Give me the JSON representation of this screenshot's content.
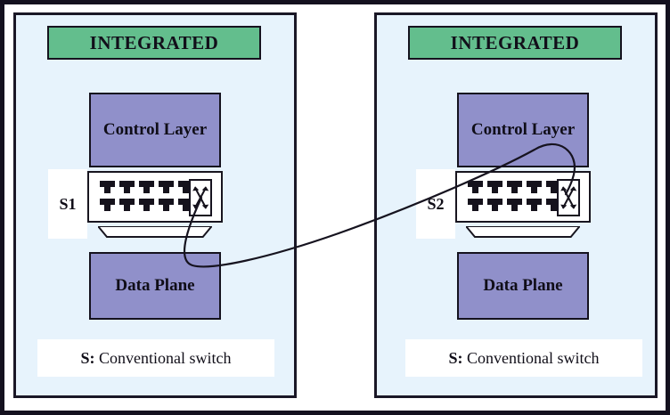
{
  "figure": {
    "title": "Integrated switch architecture with two conventional switches",
    "background_color": "#ffffff",
    "border_color": "#14111f"
  },
  "colors": {
    "panel_background": "#e7f3fc",
    "panel_border": "#1a1726",
    "header_green": "#63be8d",
    "layer_purple": "#9090ca",
    "outline_dark": "#15121e",
    "label_plate": "#ffffff",
    "link_line": "#16131f"
  },
  "panels": [
    {
      "id": "left",
      "header": "INTEGRATED",
      "control_layer": "Control Layer",
      "data_plane": "Data Plane",
      "switch_label": "S1",
      "switch": {
        "port_rows": 2,
        "ports_per_row": 5,
        "total_ports": 10,
        "uplink_icon": "crossed-arrows-icon"
      },
      "legend_key": "S:",
      "legend_text": " Conventional switch"
    },
    {
      "id": "right",
      "header": "INTEGRATED",
      "control_layer": "Control Layer",
      "data_plane": "Data Plane",
      "switch_label": "S2",
      "switch": {
        "port_rows": 2,
        "ports_per_row": 5,
        "total_ports": 10,
        "uplink_icon": "crossed-arrows-icon"
      },
      "legend_key": "S:",
      "legend_text": " Conventional switch"
    }
  ],
  "link": {
    "name": "inter-switch-link",
    "from": "S1",
    "to": "S2",
    "style": "curved"
  }
}
